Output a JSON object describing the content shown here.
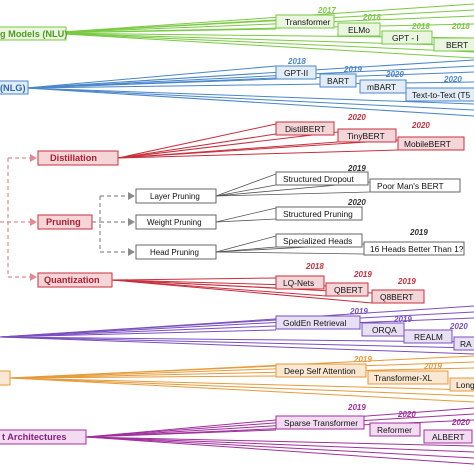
{
  "colors": {
    "nlu": "#7ac943",
    "nlg": "#4a86c8",
    "compression": "#c8303e",
    "compression_fill": "#f4d6d9",
    "pruning_gray": "#8c8c8c",
    "retrieval": "#7b4fbf",
    "longrange": "#e69a3a",
    "efficient": "#a0309e"
  },
  "categories": {
    "nlu": "g Models (NLU)",
    "nlg": "(NLG)",
    "distillation": "Distillation",
    "pruning": "Pruning",
    "quantization": "Quantization",
    "efficient": "t Architectures"
  },
  "pruning_types": {
    "layer": "Layer Pruning",
    "weight": "Weight Pruning",
    "head": "Head  Pruning"
  },
  "nlu": {
    "years": [
      "2017",
      "2018",
      "2018",
      "2018"
    ],
    "models": [
      "Transformer",
      "ELMo",
      "GPT - I",
      "BERT"
    ]
  },
  "nlg": {
    "years": [
      "2018",
      "2019",
      "2020",
      "2020"
    ],
    "models": [
      "GPT-II",
      "BART",
      "mBART",
      "Text-to-Text (T5"
    ]
  },
  "distillation": {
    "years": [
      "2020",
      "2020"
    ],
    "models": [
      "DistilBERT",
      "TinyBERT",
      "MobileBERT"
    ]
  },
  "layer_pruning": {
    "years": [
      "2019"
    ],
    "models": [
      "Structured Dropout",
      "Poor Man's BERT"
    ]
  },
  "weight_pruning": {
    "years": [
      "2020"
    ],
    "models": [
      "Structured Pruning"
    ]
  },
  "head_pruning": {
    "years": [
      "2019"
    ],
    "models": [
      "Specialized Heads",
      "16 Heads Better Than 1?"
    ]
  },
  "quantization": {
    "years": [
      "2018",
      "2019",
      "2019"
    ],
    "models": [
      "LQ-Nets",
      "QBERT",
      "Q8BERT"
    ]
  },
  "retrieval": {
    "years": [
      "2019",
      "2019",
      "2020"
    ],
    "models": [
      "GoldEn Retrieval",
      "ORQA",
      "REALM",
      "RA"
    ]
  },
  "longrange": {
    "years": [
      "2019",
      "2019"
    ],
    "models": [
      "Deep Self Attention",
      "Transformer-XL",
      "Long"
    ]
  },
  "efficient": {
    "years": [
      "2019",
      "2020",
      "2020"
    ],
    "models": [
      "Sparse Transformer",
      "Reformer",
      "ALBERT"
    ]
  }
}
